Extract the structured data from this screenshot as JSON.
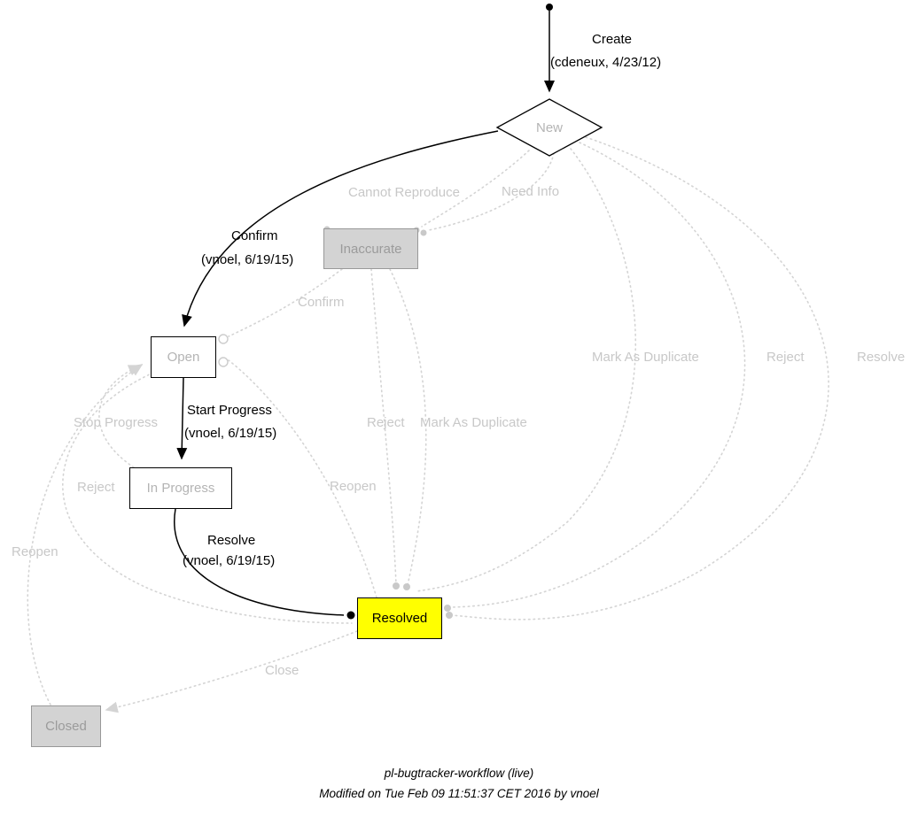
{
  "nodes": {
    "new": "New",
    "inaccurate": "Inaccurate",
    "open": "Open",
    "in_progress": "In Progress",
    "resolved": "Resolved",
    "closed": "Closed"
  },
  "transitions": {
    "create": {
      "label": "Create",
      "detail": "(cdeneux, 4/23/12)"
    },
    "confirm_active": {
      "label": "Confirm",
      "detail": "(vnoel, 6/19/15)"
    },
    "start_progress": {
      "label": "Start Progress",
      "detail": "(vnoel, 6/19/15)"
    },
    "resolve_active": {
      "label": "Resolve",
      "detail": "(vnoel, 6/19/15)"
    },
    "cannot_reproduce": {
      "label": "Cannot Reproduce"
    },
    "need_info": {
      "label": "Need Info"
    },
    "confirm_inactive": {
      "label": "Confirm"
    },
    "mark_as_duplicate_right": {
      "label": "Mark As Duplicate"
    },
    "reject_right": {
      "label": "Reject"
    },
    "resolve_right": {
      "label": "Resolve"
    },
    "stop_progress": {
      "label": "Stop Progress"
    },
    "reject_mid": {
      "label": "Reject"
    },
    "mark_as_duplicate_mid": {
      "label": "Mark As Duplicate"
    },
    "reject_left": {
      "label": "Reject"
    },
    "reopen_mid": {
      "label": "Reopen"
    },
    "reopen_left": {
      "label": "Reopen"
    },
    "close": {
      "label": "Close"
    }
  },
  "footer": {
    "title": "pl-bugtracker-workflow (live)",
    "modified": "Modified on Tue Feb 09 11:51:37 CET 2016 by vnoel"
  },
  "colors": {
    "active_edge": "#000000",
    "inactive_edge": "#d4d4d4",
    "inactive_text": "#c8c8c8",
    "resolved_fill": "#ffff00",
    "gray_node_fill": "#d3d3d3"
  }
}
